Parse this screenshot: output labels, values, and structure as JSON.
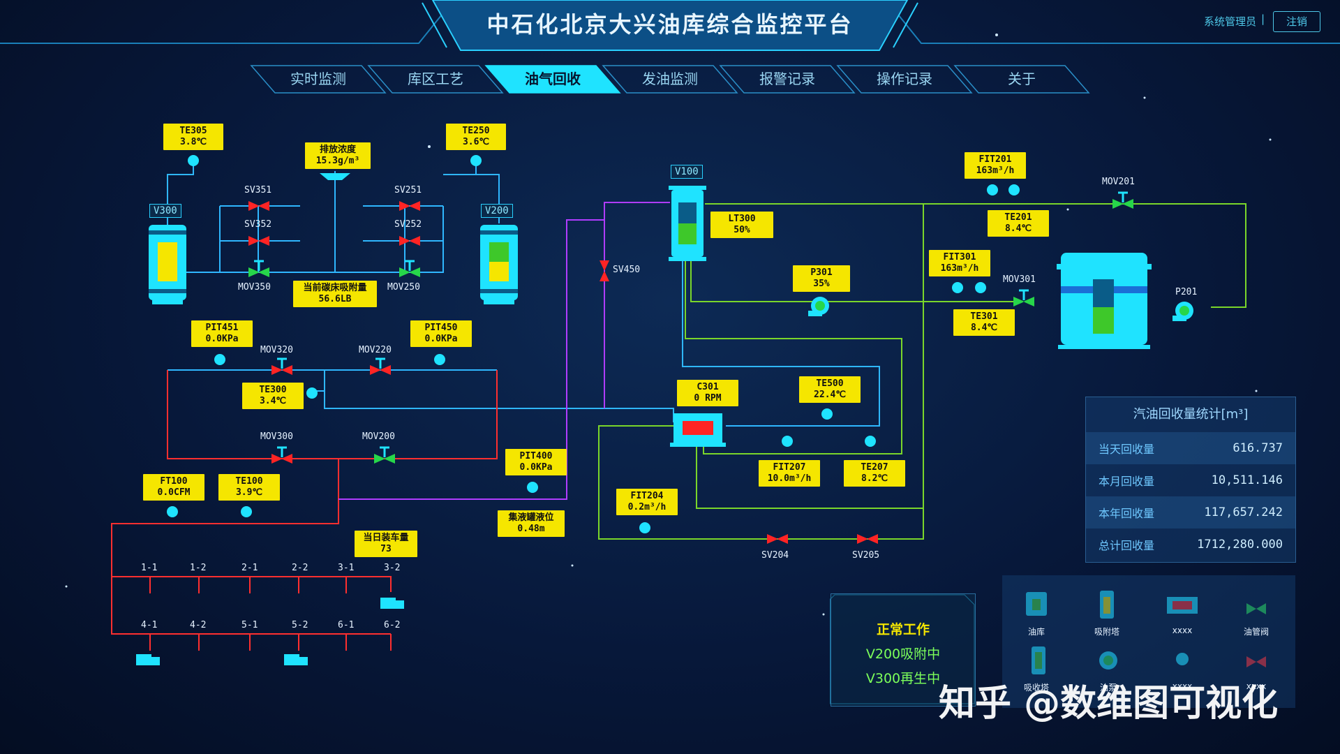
{
  "app": {
    "title": "中石化北京大兴油库综合监控平台",
    "user": "系统管理员",
    "separator": "|",
    "logout": "注销"
  },
  "nav": {
    "tabs": [
      "实时监测",
      "库区工艺",
      "油气回收",
      "发油监测",
      "报警记录",
      "操作记录",
      "关于"
    ],
    "active_index": 2
  },
  "vessels": {
    "v300": "V300",
    "v200": "V200",
    "v100": "V100"
  },
  "readouts": {
    "te305": {
      "name": "TE305",
      "value": "3.8℃"
    },
    "te250": {
      "name": "TE250",
      "value": "3.6℃"
    },
    "emission": {
      "name": "排放浓度",
      "value": "15.3g/m³"
    },
    "adsorption": {
      "name": "当前碳床吸附量",
      "value": "56.6LB"
    },
    "pit451": {
      "name": "PIT451",
      "value": "0.0KPa"
    },
    "pit450": {
      "name": "PIT450",
      "value": "0.0KPa"
    },
    "te300": {
      "name": "TE300",
      "value": "3.4℃"
    },
    "lt300": {
      "name": "LT300",
      "value": "50%"
    },
    "fit201": {
      "name": "FIT201",
      "value": "163m³/h"
    },
    "te201": {
      "name": "TE201",
      "value": "8.4℃"
    },
    "fit301": {
      "name": "FIT301",
      "value": "163m³/h"
    },
    "te301": {
      "name": "TE301",
      "value": "8.4℃"
    },
    "p301": {
      "name": "P301",
      "value": "35%"
    },
    "c301": {
      "name": "C301",
      "value": "0 RPM"
    },
    "te500": {
      "name": "TE500",
      "value": "22.4℃"
    },
    "fit207": {
      "name": "FIT207",
      "value": "10.0m³/h"
    },
    "te207": {
      "name": "TE207",
      "value": "8.2℃"
    },
    "fit204": {
      "name": "FIT204",
      "value": "0.2m³/h"
    },
    "pit400": {
      "name": "PIT400",
      "value": "0.0KPa"
    },
    "liquid_level": {
      "name": "集液罐液位",
      "value": "0.48m"
    },
    "ft100": {
      "name": "FT100",
      "value": "0.0CFM"
    },
    "te100": {
      "name": "TE100",
      "value": "3.9℃"
    },
    "daily_trucks": {
      "name": "当日装车量",
      "value": "73"
    }
  },
  "valves": {
    "sv351": "SV351",
    "sv352": "SV352",
    "sv251": "SV251",
    "sv252": "SV252",
    "mov350": "MOV350",
    "mov250": "MOV250",
    "mov320": "MOV320",
    "mov220": "MOV220",
    "mov300": "MOV300",
    "mov200": "MOV200",
    "sv450": "SV450",
    "mov201": "MOV201",
    "mov301": "MOV301",
    "p201": "P201",
    "sv204": "SV204",
    "sv205": "SV205"
  },
  "bays": {
    "top": [
      "1-1",
      "1-2",
      "2-1",
      "2-2",
      "3-1",
      "3-2"
    ],
    "bottom": [
      "4-1",
      "4-2",
      "5-1",
      "5-2",
      "6-1",
      "6-2"
    ]
  },
  "stats": {
    "title": "汽油回收量统计[m³]",
    "rows": [
      {
        "label": "当天回收量",
        "value": "616.737"
      },
      {
        "label": "本月回收量",
        "value": "10,511.146"
      },
      {
        "label": "本年回收量",
        "value": "117,657.242"
      },
      {
        "label": "总计回收量",
        "value": "1712,280.000"
      }
    ]
  },
  "status": {
    "line1": "正常工作",
    "line2": "V200吸附中",
    "line3": "V300再生中"
  },
  "legend": {
    "items": [
      "油库",
      "吸附塔",
      "xxxx",
      "油管阀",
      "吸收塔",
      "油泵",
      "xxxx",
      "xxxx"
    ]
  },
  "watermark": "知乎 @数维图可视化",
  "colors": {
    "pipe_blue": "#2fb7ff",
    "pipe_red": "#ff2f2f",
    "pipe_purple": "#b03cff",
    "pipe_green": "#7ad62a",
    "tag_yellow": "#f5e600",
    "accent_cyan": "#1fe3ff",
    "valve_red": "#ff2424",
    "valve_green": "#27d64a"
  }
}
